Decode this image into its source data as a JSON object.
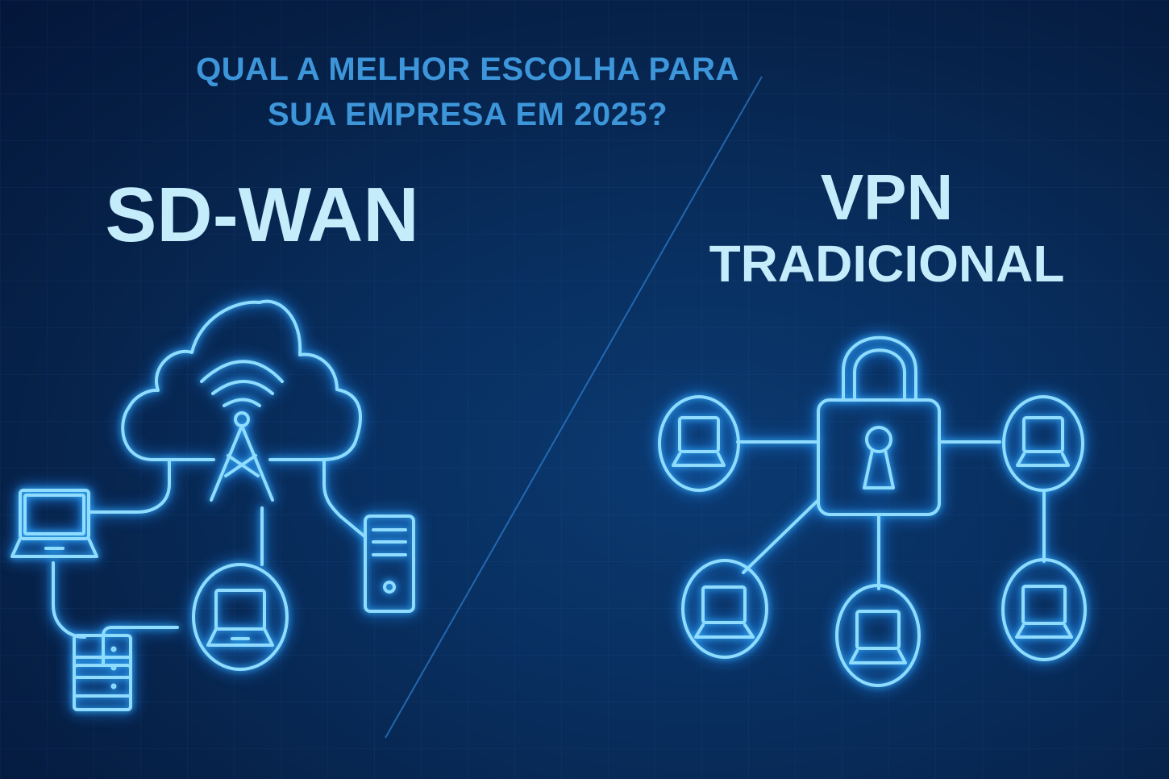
{
  "headline": {
    "line1": "QUAL A MELHOR ESCOLHA PARA",
    "line2": "SUA EMPRESA EM 2025?"
  },
  "left_panel": {
    "title": "SD-WAN",
    "icons": [
      "cloud-icon",
      "cell-tower-icon",
      "wifi-signal-icon",
      "laptop-icon",
      "laptop-icon",
      "server-tower-icon",
      "server-rack-icon"
    ]
  },
  "right_panel": {
    "title_line1": "VPN",
    "title_line2": "TRADICIONAL",
    "icons": [
      "padlock-icon",
      "keyhole-icon",
      "laptop-icon",
      "laptop-icon",
      "laptop-icon",
      "laptop-icon",
      "laptop-icon"
    ]
  },
  "colors": {
    "background": "#072a56",
    "headline": "#3d95da",
    "title": "#c4ecfb",
    "neon_stroke": "#8fdcff",
    "glow": "#39b6ff"
  }
}
